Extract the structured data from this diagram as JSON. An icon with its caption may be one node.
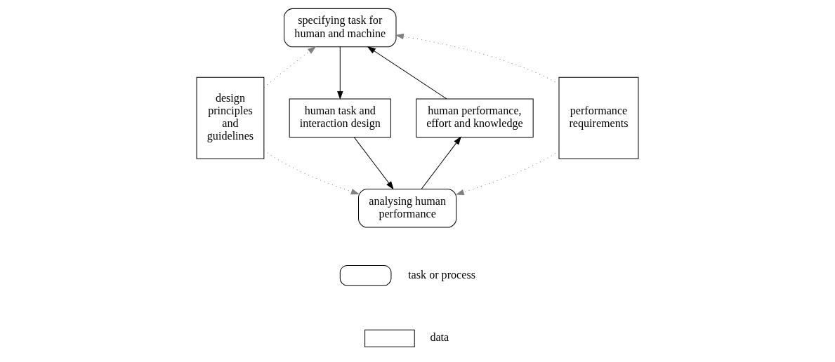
{
  "diagram": {
    "nodes": [
      {
        "text": [
          "specifying task for human and machine"
        ]
      },
      {
        "text": [
          "design principles and guidelines"
        ]
      },
      {
        "text": [
          "human task and interaction design"
        ]
      },
      {
        "text": [
          "human performance, effort and knowledge"
        ]
      },
      {
        "text": [
          "performance requirements"
        ]
      },
      {
        "text": [
          "analysing human performance"
        ]
      }
    ],
    "edges": [
      {
        "from": 0,
        "to": 2,
        "arrow": "to"
      },
      {
        "from": 2,
        "to": 5,
        "arrow": "to"
      },
      {
        "from": 5,
        "to": 3,
        "arrow": "to"
      },
      {
        "from": 3,
        "to": 0,
        "arrow": "to"
      },
      {
        "from": 1,
        "to": 0,
        "arrow": "to",
        "style": "dashed",
        "color": "#808080"
      },
      {
        "from": 1,
        "to": 5,
        "arrow": "to",
        "style": "dashed",
        "color": "#808080"
      },
      {
        "from": 4,
        "to": 0,
        "arrow": "to",
        "style": "dashed",
        "color": "#808080"
      },
      {
        "from": 4,
        "to": 5,
        "arrow": "to",
        "style": "dashed",
        "color": "#808080"
      }
    ],
    "legend": [
      {
        "text": "task or process"
      },
      {
        "text": "data"
      }
    ]
  }
}
